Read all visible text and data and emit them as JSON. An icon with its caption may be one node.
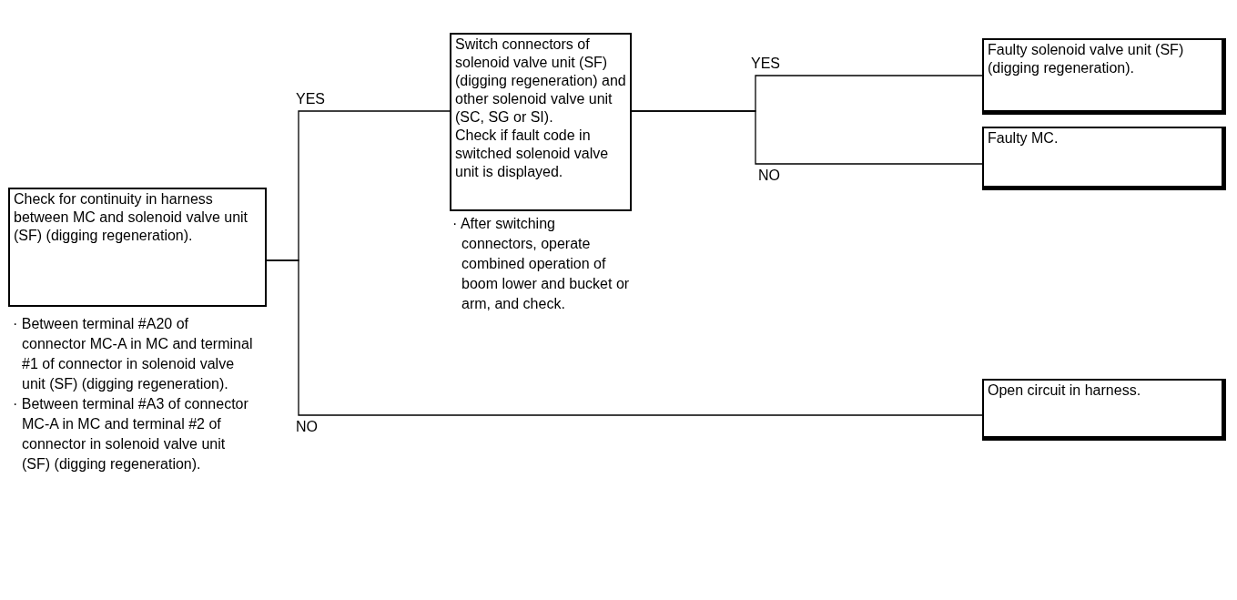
{
  "diagram": {
    "nodes": [
      {
        "text": [
          "Check for continuity in harness between MC and solenoid valve unit (SF) (digging regeneration)."
        ],
        "beside": [
          "· Between terminal #A20 of connector MC-A in MC and terminal #1 of connector in solenoid valve unit (SF) (digging regeneration).",
          "· Between terminal #A3 of connector MC-A in MC and terminal #2 of connector in solenoid valve unit (SF) (digging regeneration)."
        ]
      },
      {
        "text": [
          "Switch connectors of solenoid valve unit (SF) (digging regeneration) and other solenoid valve unit (SC, SG or SI).",
          "Check if fault code in switched solenoid valve unit is displayed."
        ],
        "beside": [
          "· After switching connectors, operate combined operation of boom lower and bucket or arm, and check."
        ]
      },
      {
        "text": [
          "Faulty solenoid valve unit (SF) (digging regeneration)."
        ]
      },
      {
        "text": [
          "Faulty MC."
        ]
      },
      {
        "text": [
          "Open circuit in harness."
        ]
      }
    ],
    "edges": [
      {
        "from": 0,
        "to": 1,
        "arrow": "none",
        "label": "YES"
      },
      {
        "from": 0,
        "to": 4,
        "arrow": "none",
        "label": "NO"
      },
      {
        "from": 1,
        "to": 2,
        "arrow": "none",
        "label": "YES"
      },
      {
        "from": 1,
        "to": 3,
        "arrow": "none",
        "label": "NO"
      }
    ]
  }
}
